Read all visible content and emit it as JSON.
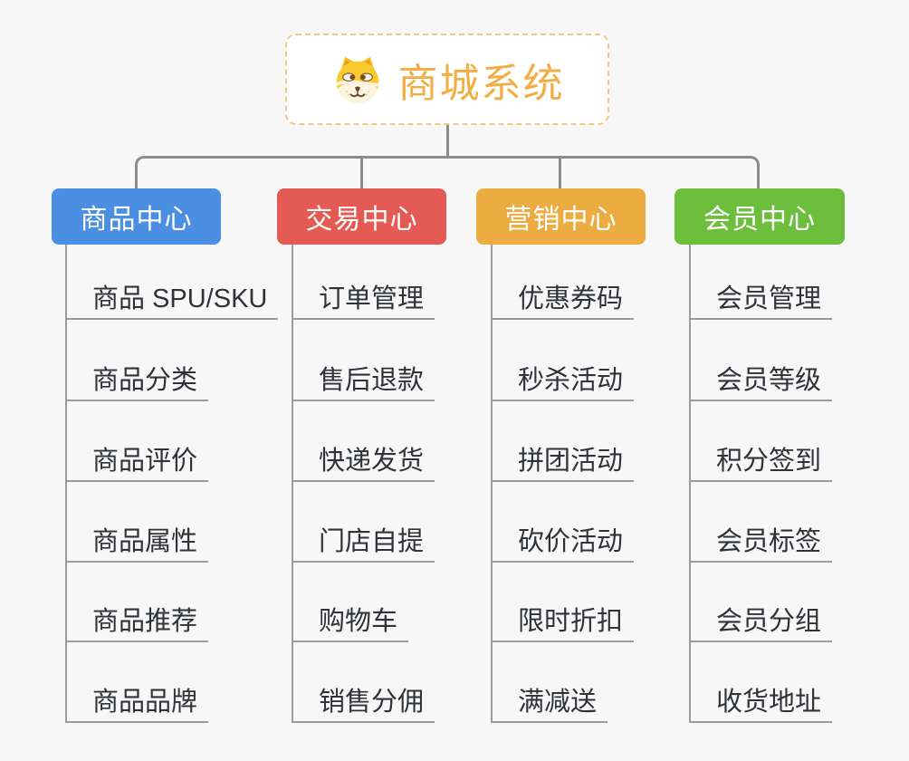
{
  "canvas": {
    "background": "#f7f7f7",
    "connector_color": "#8c8c8c",
    "leaf_line_color": "#9b9b9b",
    "leaf_text_color": "#2f3237"
  },
  "root": {
    "label": "商城系统",
    "icon": "doge-icon",
    "text_color": "#f2ae44",
    "border_color": "#f5c585",
    "background": "#ffffff"
  },
  "branches": [
    {
      "label": "商品中心",
      "color": "#4a8fe2",
      "children": [
        "商品 SPU/SKU",
        "商品分类",
        "商品评价",
        "商品属性",
        "商品推荐",
        "商品品牌"
      ]
    },
    {
      "label": "交易中心",
      "color": "#e45a55",
      "children": [
        "订单管理",
        "售后退款",
        "快递发货",
        "门店自提",
        "购物车",
        "销售分佣"
      ]
    },
    {
      "label": "营销中心",
      "color": "#ecac41",
      "children": [
        "优惠券码",
        "秒杀活动",
        "拼团活动",
        "砍价活动",
        "限时折扣",
        "满减送"
      ]
    },
    {
      "label": "会员中心",
      "color": "#6ebe3d",
      "children": [
        "会员管理",
        "会员等级",
        "积分签到",
        "会员标签",
        "会员分组",
        "收货地址"
      ]
    }
  ]
}
